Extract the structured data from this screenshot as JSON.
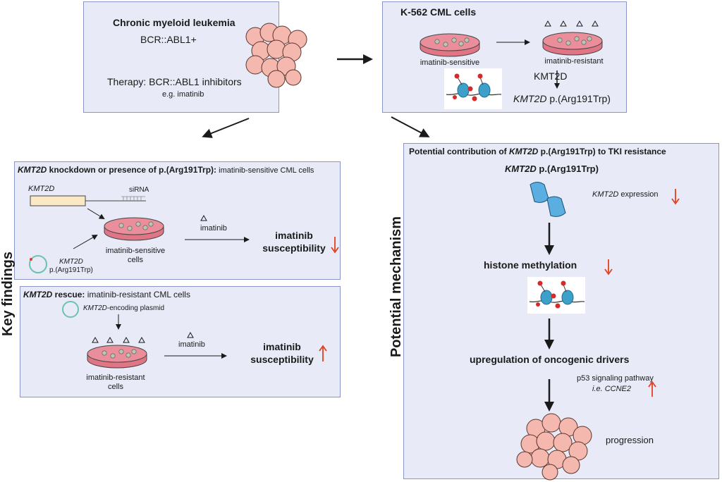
{
  "cml_box": {
    "title": "Chronic myeloid leukemia",
    "marker": "BCR::ABL1+",
    "therapy": "Therapy: BCR::ABL1 inhibitors",
    "example": "e.g. imatinib"
  },
  "k562_box": {
    "title": "K-562 CML cells",
    "sensitive_label": "imatinib-sensitive",
    "resistant_label": "imatinib-resistant",
    "gene": "KMT2D",
    "variant_gene": "KMT2D",
    "variant": " p.(Arg191Trp)"
  },
  "key_findings_label": "Key findings",
  "potential_mechanism_label": "Potential mechanism",
  "knockdown_box": {
    "title_gene": "KMT2D",
    "title_rest": " knockdown or presence of p.(Arg191Trp):",
    "title_context": " imatinib-sensitive CML cells",
    "gene_label": "KMT2D",
    "sirna_label": "siRNA",
    "plasmid_gene": "KMT2D",
    "plasmid_variant": "p.(Arg191Trp)",
    "cells_label_1": "imatinib-sensitive",
    "cells_label_2": "cells",
    "drug_label": "imatinib",
    "outcome_1": "imatinib",
    "outcome_2": "susceptibility"
  },
  "rescue_box": {
    "title_gene": "KMT2D",
    "title_rest": " rescue:",
    "title_context": " imatinib-resistant CML cells",
    "plasmid_gene": "KMT2D",
    "plasmid_rest": "-encoding plasmid",
    "cells_label_1": "imatinib-resistant",
    "cells_label_2": "cells",
    "drug_label": "imatinib",
    "outcome_1": "imatinib",
    "outcome_2": "susceptibility"
  },
  "mechanism_box": {
    "title_pre": "Potential contribution of ",
    "title_gene": "KMT2D",
    "title_post": " p.(Arg191Trp) to TKI resistance",
    "variant_gene": "KMT2D",
    "variant": " p.(Arg191Trp)",
    "expression_gene": "KMT2D",
    "expression_rest": " expression",
    "histone": "histone methylation",
    "upregulation": "upregulation of oncogenic drivers",
    "pathway": "p53 signaling pathway",
    "pathway_example": "i.e. CCNE2",
    "progression": "progression"
  },
  "colors": {
    "box_fill": "#e8ebf7",
    "box_border": "#8a96c8",
    "dish": "#e07585",
    "cells": "#f4b8ae",
    "down_arrow": "#e0401e",
    "protein": "#5aaee0",
    "plasmid": "#6cc2b0"
  },
  "icons": [
    "cell-cluster-icon",
    "petri-dish-icon",
    "drug-triangle-icon",
    "nucleosome-icon",
    "plasmid-icon",
    "protein-icon",
    "gene-bar-icon",
    "sirna-icon"
  ]
}
